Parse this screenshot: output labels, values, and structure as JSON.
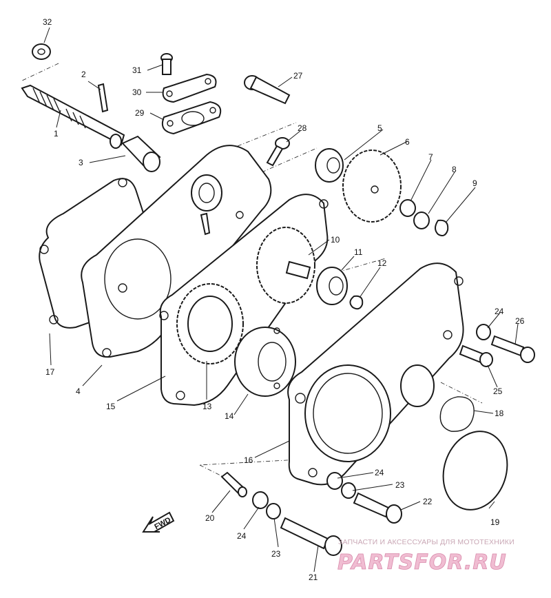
{
  "diagram": {
    "callouts": [
      {
        "id": "c1",
        "text": "1"
      },
      {
        "id": "c2",
        "text": "2"
      },
      {
        "id": "c3",
        "text": "3"
      },
      {
        "id": "c4",
        "text": "4"
      },
      {
        "id": "c5",
        "text": "5"
      },
      {
        "id": "c6",
        "text": "6"
      },
      {
        "id": "c7",
        "text": "7"
      },
      {
        "id": "c8",
        "text": "8"
      },
      {
        "id": "c9",
        "text": "9"
      },
      {
        "id": "c10",
        "text": "10"
      },
      {
        "id": "c11",
        "text": "11"
      },
      {
        "id": "c12",
        "text": "12"
      },
      {
        "id": "c13",
        "text": "13"
      },
      {
        "id": "c14",
        "text": "14"
      },
      {
        "id": "c15",
        "text": "15"
      },
      {
        "id": "c16",
        "text": "16"
      },
      {
        "id": "c17",
        "text": "17"
      },
      {
        "id": "c18",
        "text": "18"
      },
      {
        "id": "c19",
        "text": "19"
      },
      {
        "id": "c20",
        "text": "20"
      },
      {
        "id": "c21",
        "text": "21"
      },
      {
        "id": "c22",
        "text": "22"
      },
      {
        "id": "c23a",
        "text": "23"
      },
      {
        "id": "c23b",
        "text": "23"
      },
      {
        "id": "c24a",
        "text": "24"
      },
      {
        "id": "c24b",
        "text": "24"
      },
      {
        "id": "c24c",
        "text": "24"
      },
      {
        "id": "c25",
        "text": "25"
      },
      {
        "id": "c26",
        "text": "26"
      },
      {
        "id": "c27",
        "text": "27"
      },
      {
        "id": "c28",
        "text": "28"
      },
      {
        "id": "c29",
        "text": "29"
      },
      {
        "id": "c30",
        "text": "30"
      },
      {
        "id": "c31",
        "text": "31"
      },
      {
        "id": "c32",
        "text": "32"
      }
    ],
    "direction_label": "FWD"
  },
  "watermark": {
    "caption": "ЗАПЧАСТИ И АКСЕССУАРЫ ДЛЯ МОТОТЕХНИКИ",
    "logo_text": "PARTSFOR.RU"
  }
}
